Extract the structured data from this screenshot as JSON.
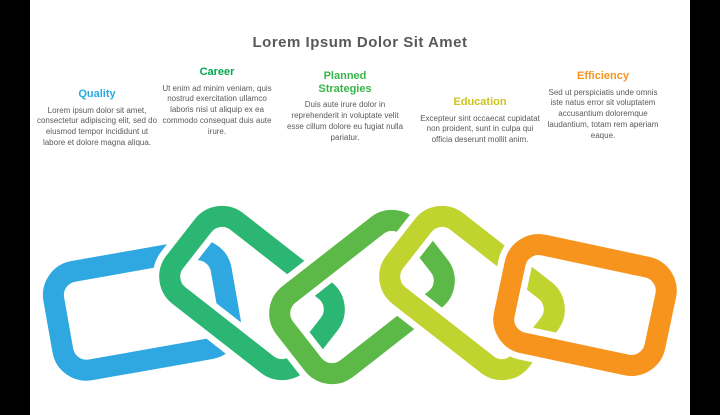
{
  "title": "Lorem Ipsum Dolor Sit Amet",
  "items": [
    {
      "heading": "Quality",
      "heading_color": "#29abe2",
      "link_color": "#2fa8e1",
      "body": "Lorem ipsum dolor sit amet, consectetur adipiscing elit, sed do eiusmod tempor incididunt ut labore et dolore magna aliqua."
    },
    {
      "heading": "Career",
      "heading_color": "#00a651",
      "link_color": "#2bb673",
      "body": "Ut enim ad minim veniam, quis nostrud exercitation ullamco laboris nisi ut aliquip ex ea commodo consequat duis aute irure."
    },
    {
      "heading": "Planned Strategies",
      "heading_color": "#39b54a",
      "link_color": "#5cb947",
      "body": "Duis aute irure dolor in reprehenderit in voluptate velit esse cillum dolore eu fugiat nulla pariatur."
    },
    {
      "heading": "Education",
      "heading_color": "#cfc11c",
      "link_color": "#c1d32f",
      "body": "Excepteur sint occaecat cupidatat non proident, sunt in culpa qui officia deserunt mollit anim."
    },
    {
      "heading": "Efficiency",
      "heading_color": "#f7941e",
      "link_color": "#f7941e",
      "body": "Sed ut perspiciatis unde omnis iste natus error sit voluptatem accusantium doloremque laudantium, totam rem aperiam eaque."
    }
  ]
}
